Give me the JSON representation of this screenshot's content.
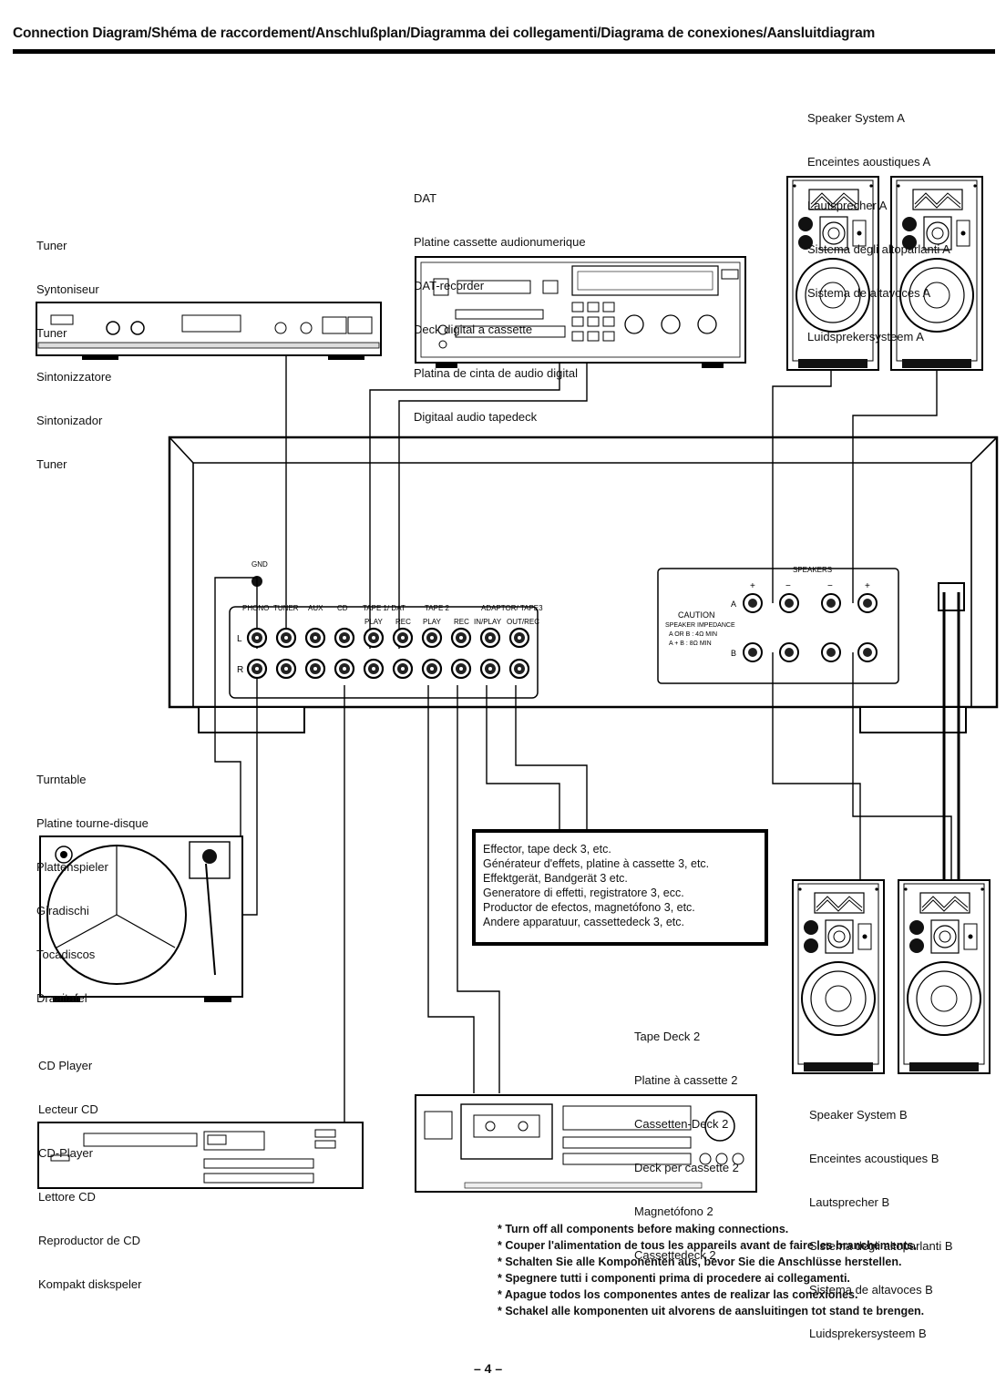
{
  "header": {
    "title": "Connection Diagram/Shéma de raccordement/Anschlußplan/Diagramma dei collegamenti/Diagrama de conexiones/Aansluitdiagram"
  },
  "labels": {
    "tuner": [
      "Tuner",
      "Syntoniseur",
      "Tuner",
      "Sintonizzatore",
      "Sintonizador",
      "Tuner"
    ],
    "dat": [
      "DAT",
      "Platine cassette audionumerique",
      "DAT-recorder",
      "Deck digital a cassette",
      "Platina de cinta de audio digital",
      "Digitaal audio tapedeck"
    ],
    "speaker_a": [
      "Speaker System A",
      "Enceintes aoustiques A",
      "Lautsprecher A",
      "Sistema degli altoparlanti A",
      "Sistema de altavoces A",
      "Luidsprekersysteem A"
    ],
    "turntable": [
      "Turntable",
      "Platine tourne-disque",
      "Plattenspieler",
      "Giradischi",
      "Tocadiscos",
      "Draaitafel"
    ],
    "cd_player": [
      "CD Player",
      "Lecteur CD",
      "CD-Player",
      "Lettore CD",
      "Reproductor de CD",
      "Kompakt diskspeler"
    ],
    "tape_deck_2": [
      "Tape Deck 2",
      "Platine à cassette 2",
      "Cassetten-Deck 2",
      "Deck per cassette 2",
      "Magnetófono 2",
      "Cassettedeck 2"
    ],
    "speaker_b": [
      "Speaker System B",
      "Enceintes acoustiques B",
      "Lautsprecher B",
      "Sistema degli altoparlanti B",
      "Sistema de altavoces B",
      "Luidsprekersysteem B"
    ],
    "effector": [
      "Effector, tape deck 3, etc.",
      "Générateur d'effets, platine à cassette 3, etc.",
      "Effektgerät, Bandgerät 3 etc.",
      "Generatore di effetti, registratore 3, ecc.",
      "Productor de efectos, magnetófono 3, etc.",
      "Andere apparatuur, cassettedeck 3, etc."
    ]
  },
  "panel": {
    "gnd": "GND",
    "inputs": [
      "PHONO",
      "TUNER",
      "AUX",
      "CD",
      "TAPE 1/ DAT",
      "TAPE 2",
      "ADAPTOR/ TAPE3"
    ],
    "sub": [
      "PLAY",
      "REC",
      "PLAY",
      "REC",
      "IN/PLAY",
      "OUT/REC"
    ],
    "channels": [
      "L",
      "R"
    ],
    "speakers": "SPEAKERS",
    "caution": "CAUTION",
    "impedance_title": "SPEAKER IMPEDANCE",
    "impedance_1": "A OR B : 4Ω MIN",
    "impedance_2": "A + B : 8Ω MIN",
    "spk_a": "A",
    "spk_b": "B",
    "plus": "+",
    "minus": "−"
  },
  "notes": [
    "* Turn off all components before making connections.",
    "* Couper l'alimentation de tous les appareils avant de faire les branchements.",
    "* Schalten Sie alle Komponenten aus, bevor Sie die Anschlüsse herstellen.",
    "* Spegnere tutti i componenti prima di procedere ai collegamenti.",
    "* Apague todos los componentes antes de realizar las conexiones.",
    "* Schakel alle komponenten uit alvorens de aansluitingen tot stand te brengen."
  ],
  "page_number": "– 4 –"
}
